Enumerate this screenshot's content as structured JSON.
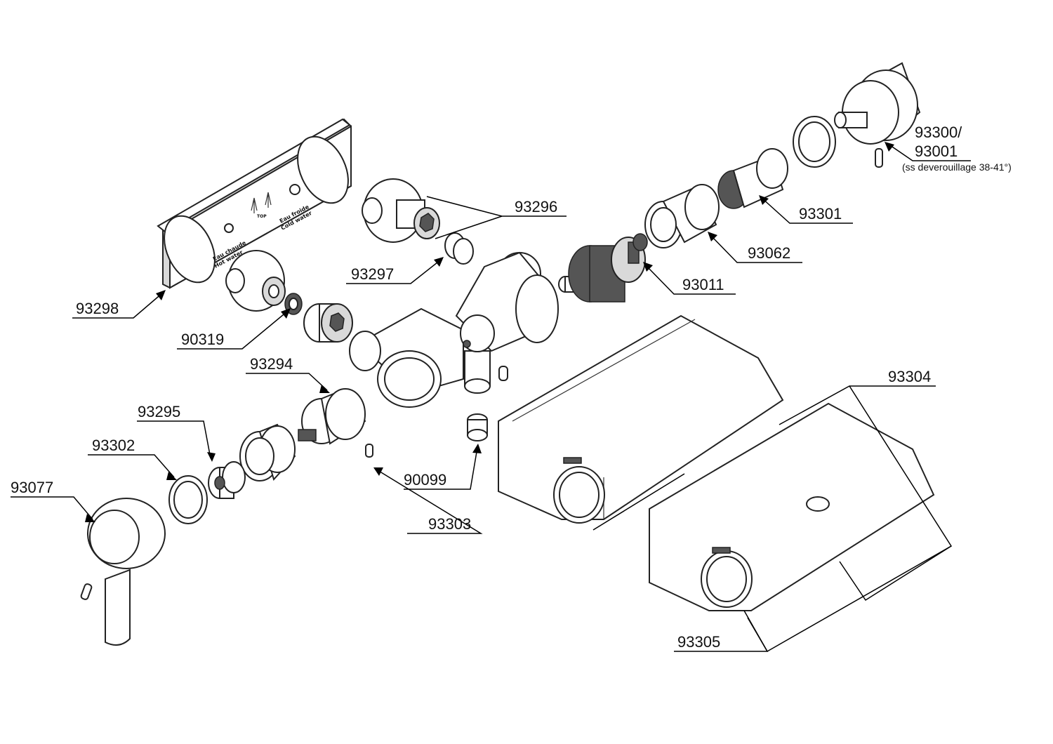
{
  "callouts": {
    "c93298": "93298",
    "c90319": "90319",
    "c93296": "93296",
    "c93297": "93297",
    "c93294": "93294",
    "c93295": "93295",
    "c93302": "93302",
    "c93077": "93077",
    "c90099": "90099",
    "c93303": "93303",
    "c93011": "93011",
    "c93062": "93062",
    "c93301": "93301",
    "c93300a": "93300/",
    "c93300b": "93001",
    "c93304": "93304",
    "c93305": "93305"
  },
  "note": "(ss deverouillage 38-41°)",
  "plate_text": {
    "top": "TOP",
    "hot_fr": "Eau chaude",
    "hot_en": "Hot water",
    "cold_fr": "Eau froide",
    "cold_en": "Cold water"
  },
  "colors": {
    "line": "#222222",
    "fill": "#ffffff",
    "shade": "#d9d9d9"
  }
}
